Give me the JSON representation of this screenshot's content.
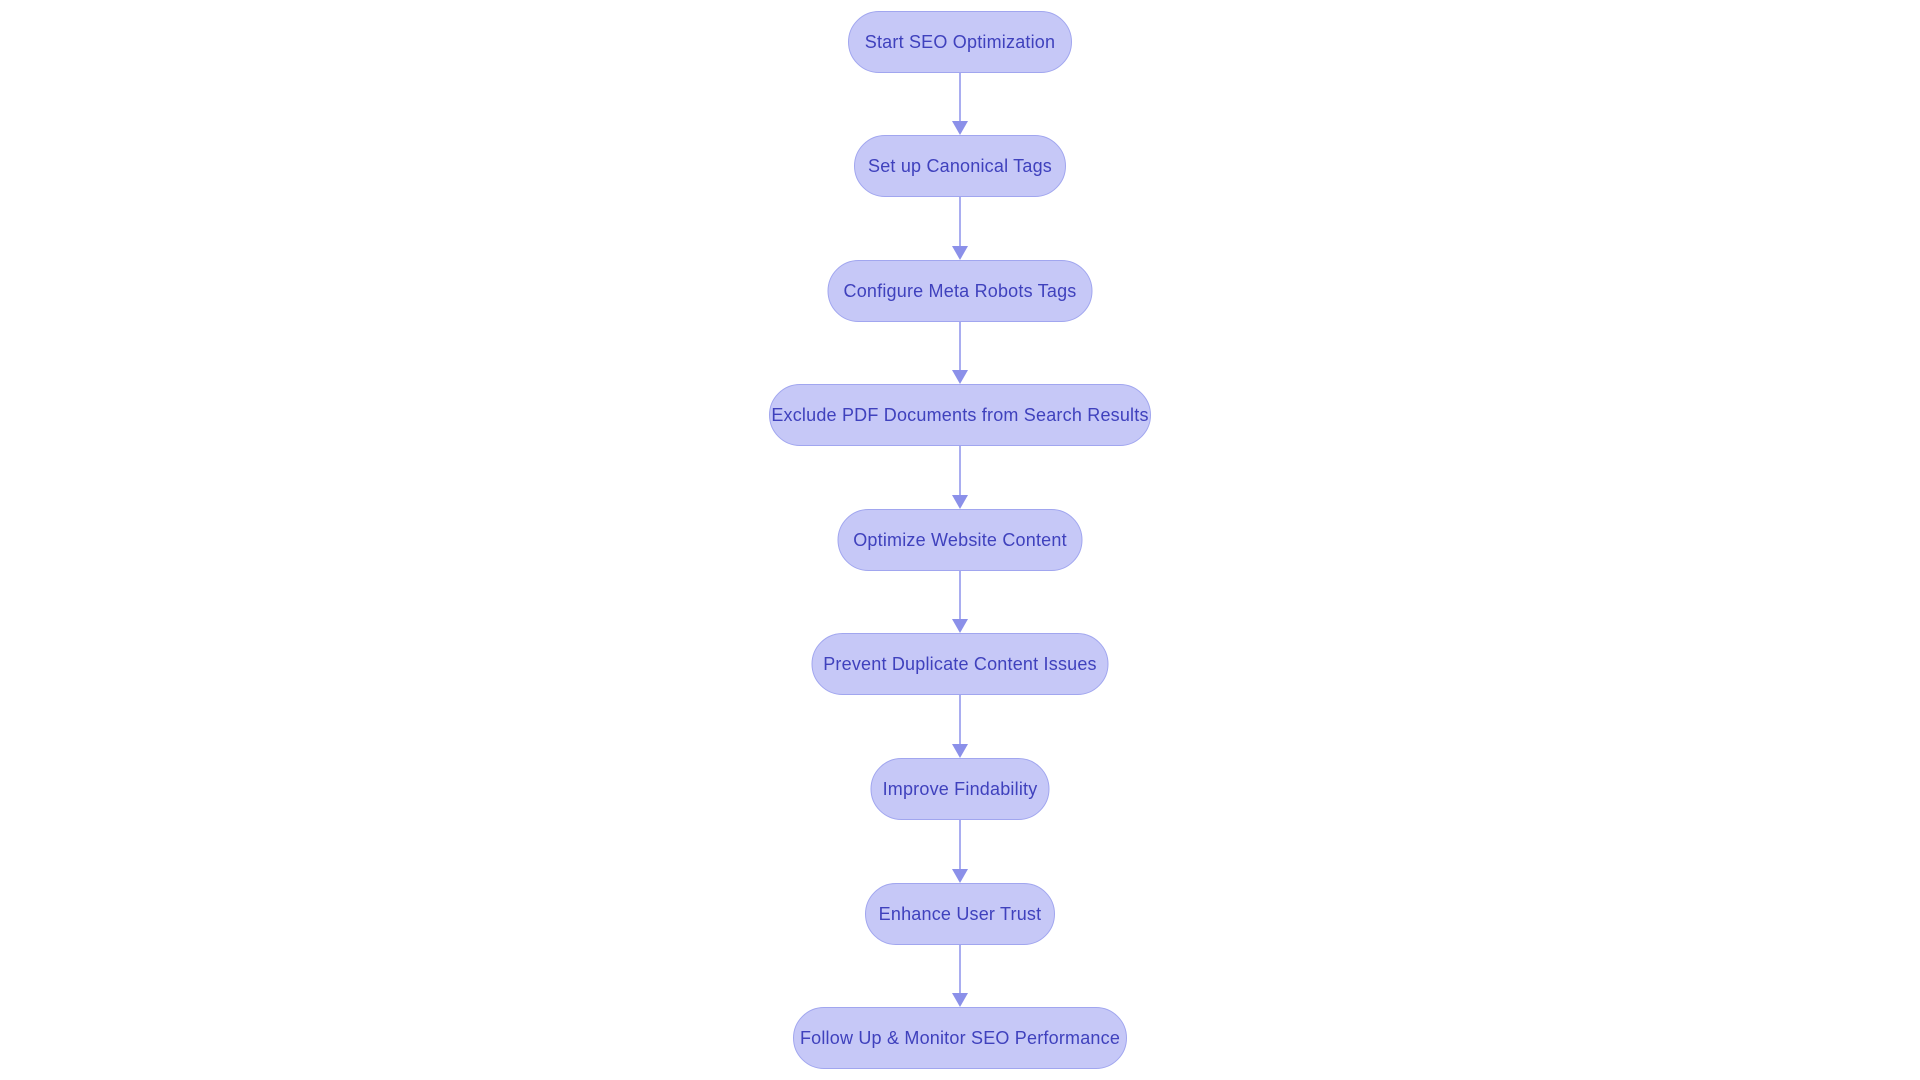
{
  "theme": {
    "canvas_bg": "#ffffff",
    "node_fill": "#c6c8f7",
    "node_border": "#a1a6ef",
    "node_text": "#3f41bd",
    "arrow_line": "#a9adf0",
    "arrow_head": "#8b90e9"
  },
  "flowchart": {
    "type": "flowchart",
    "direction": "top-down",
    "nodes": [
      {
        "id": "start-seo-optimization",
        "label": "Start SEO Optimization"
      },
      {
        "id": "set-up-canonical-tags",
        "label": "Set up Canonical Tags"
      },
      {
        "id": "configure-meta-robots-tags",
        "label": "Configure Meta Robots Tags"
      },
      {
        "id": "exclude-pdf-documents",
        "label": "Exclude PDF Documents from Search Results"
      },
      {
        "id": "optimize-website-content",
        "label": "Optimize Website Content"
      },
      {
        "id": "prevent-duplicate-content-issues",
        "label": "Prevent Duplicate Content Issues"
      },
      {
        "id": "improve-findability",
        "label": "Improve Findability"
      },
      {
        "id": "enhance-user-trust",
        "label": "Enhance User Trust"
      },
      {
        "id": "follow-up-monitor-seo-performance",
        "label": "Follow Up & Monitor SEO Performance"
      }
    ],
    "edges": [
      {
        "from": "start-seo-optimization",
        "to": "set-up-canonical-tags"
      },
      {
        "from": "set-up-canonical-tags",
        "to": "configure-meta-robots-tags"
      },
      {
        "from": "configure-meta-robots-tags",
        "to": "exclude-pdf-documents"
      },
      {
        "from": "exclude-pdf-documents",
        "to": "optimize-website-content"
      },
      {
        "from": "optimize-website-content",
        "to": "prevent-duplicate-content-issues"
      },
      {
        "from": "prevent-duplicate-content-issues",
        "to": "improve-findability"
      },
      {
        "from": "improve-findability",
        "to": "enhance-user-trust"
      },
      {
        "from": "enhance-user-trust",
        "to": "follow-up-monitor-seo-performance"
      }
    ]
  }
}
